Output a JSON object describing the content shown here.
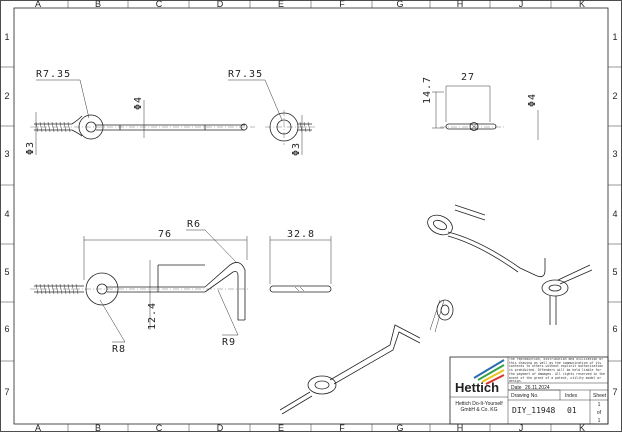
{
  "frame": {
    "columns": [
      "A",
      "B",
      "C",
      "D",
      "E",
      "F",
      "G",
      "H",
      "J",
      "K"
    ],
    "rows": [
      "1",
      "2",
      "3",
      "4",
      "5",
      "6",
      "7"
    ]
  },
  "dimensions": {
    "r_left": "R7.35",
    "r_right": "R7.35",
    "dia4_top": "Φ4",
    "dia3_left": "Φ3",
    "dia3_right": "Φ3",
    "width_27": "27",
    "height_14_7": "14.7",
    "dia4_side": "Φ4",
    "len_76": "76",
    "r6": "R6",
    "len_32_8": "32.8",
    "h_12_4": "12.4",
    "r8": "R8",
    "r9": "R9"
  },
  "title_block": {
    "logo": "Hettich",
    "logo_colors": [
      "#2b6cb0",
      "#3aa14a",
      "#e8c51c",
      "#d9342b"
    ],
    "notice": "The reproduction, distribution and utilization of this drawing as well as the communication of its contents to others without explicit authorization is prohibited. Offenders will be held liable for the payment of damages. All rights reserved in the event of the grant of a patent, utility model or design.",
    "date_label": "Date",
    "date": "26.11.2024",
    "drawing_no_label": "Drawing No.",
    "index_label": "Index",
    "sheet_label": "Sheet",
    "company_line1": "Hettich Do-It-Yourself",
    "company_line2": "GmbH & Co. KG",
    "drawing_no": "DIY_11948",
    "index": "01",
    "sheet_num": "1",
    "sheet_of": "of",
    "sheet_total": "1"
  }
}
